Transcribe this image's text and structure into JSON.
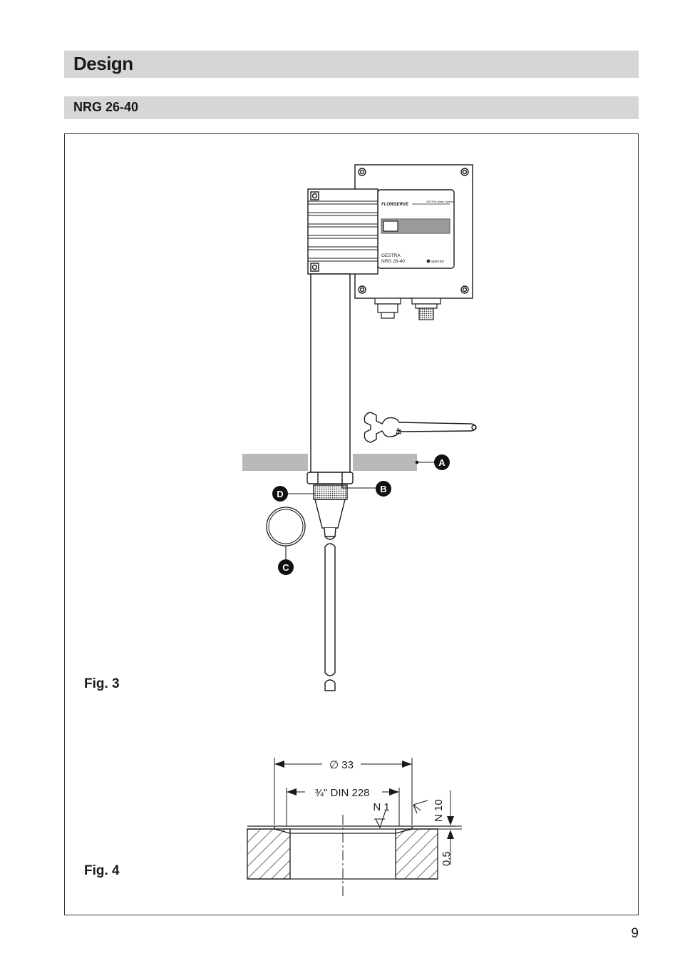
{
  "section": {
    "title": "Design",
    "subtitle": "NRG 26-40"
  },
  "fig3": {
    "label": "Fig. 3",
    "device": {
      "brand": "FLOWSERVE",
      "brand_tagline": "GESTRA Steam Systems",
      "product_line1": "GESTRA",
      "product_line2": "NRG 26-40",
      "logo_text": "spector"
    },
    "wrench_size": "41",
    "callouts": [
      "A",
      "B",
      "C",
      "D"
    ]
  },
  "fig4": {
    "label": "Fig. 4",
    "dim_outer": "∅ 33",
    "dim_thread": "¾\" DIN 228",
    "surface_n1": "N 1",
    "surface_n10": "N 10",
    "dim_depth": "0.5"
  },
  "page_number": "9",
  "colors": {
    "header_gray": "#d6d6d6",
    "line": "#1a1a1a"
  }
}
